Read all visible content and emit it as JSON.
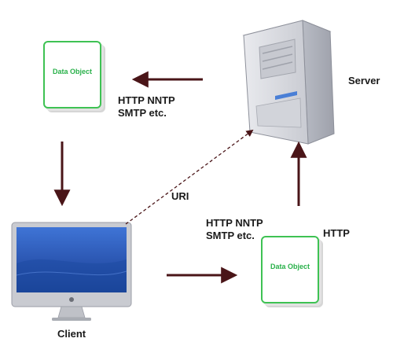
{
  "diagram": {
    "data_object_top": "Data Object",
    "data_object_bottom": "Data Object",
    "server_label": "Server",
    "client_label": "Client",
    "uri_label": "URI",
    "protocols_top": {
      "line1": "HTTP NNTP",
      "line2": "SMTP etc."
    },
    "protocols_bottom": {
      "line1": "HTTP NNTP",
      "line2": "SMTP etc."
    },
    "http_label": "HTTP",
    "colors": {
      "arrow": "#4a1518",
      "document_border": "#3ec253",
      "document_text": "#29b14a",
      "screen": "#2e59b5",
      "server_body": "#d9dadf"
    }
  }
}
